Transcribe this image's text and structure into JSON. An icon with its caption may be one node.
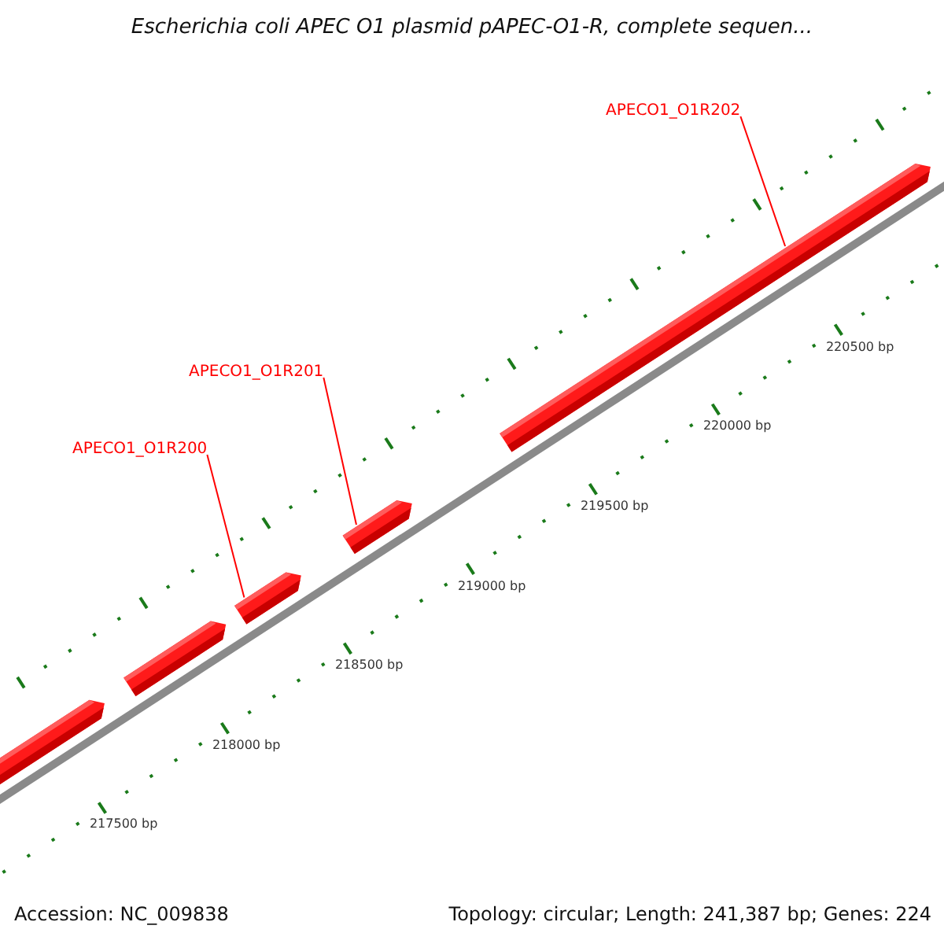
{
  "diagram": {
    "title": "Escherichia coli APEC O1 plasmid pAPEC-O1-R, complete sequen...",
    "nodes": [
      {
        "text": [
          "APECO1_O1R202"
        ]
      },
      {
        "text": [
          "APECO1_O1R201"
        ]
      },
      {
        "text": [
          "APECO1_O1R200"
        ]
      },
      {
        "text": [],
        "shape": "arrow"
      },
      {
        "text": [],
        "shape": "arrow"
      },
      {
        "text": [],
        "shape": "arrow"
      },
      {
        "text": [],
        "shape": "arrow"
      },
      {
        "text": [],
        "shape": "arrow"
      }
    ],
    "edges": [
      {
        "from": 0,
        "to": 7,
        "arrow": "none"
      },
      {
        "from": 1,
        "to": 6,
        "arrow": "none"
      },
      {
        "from": 2,
        "to": 5,
        "arrow": "none"
      }
    ],
    "labels": [
      "220500 bp",
      "220000 bp",
      "219500 bp",
      "219000 bp",
      "218500 bp",
      "218000 bp",
      "217500 bp",
      "Accession: NC_009838",
      "Topology: circular; Length: 241,387 bp; Genes: 224"
    ]
  }
}
